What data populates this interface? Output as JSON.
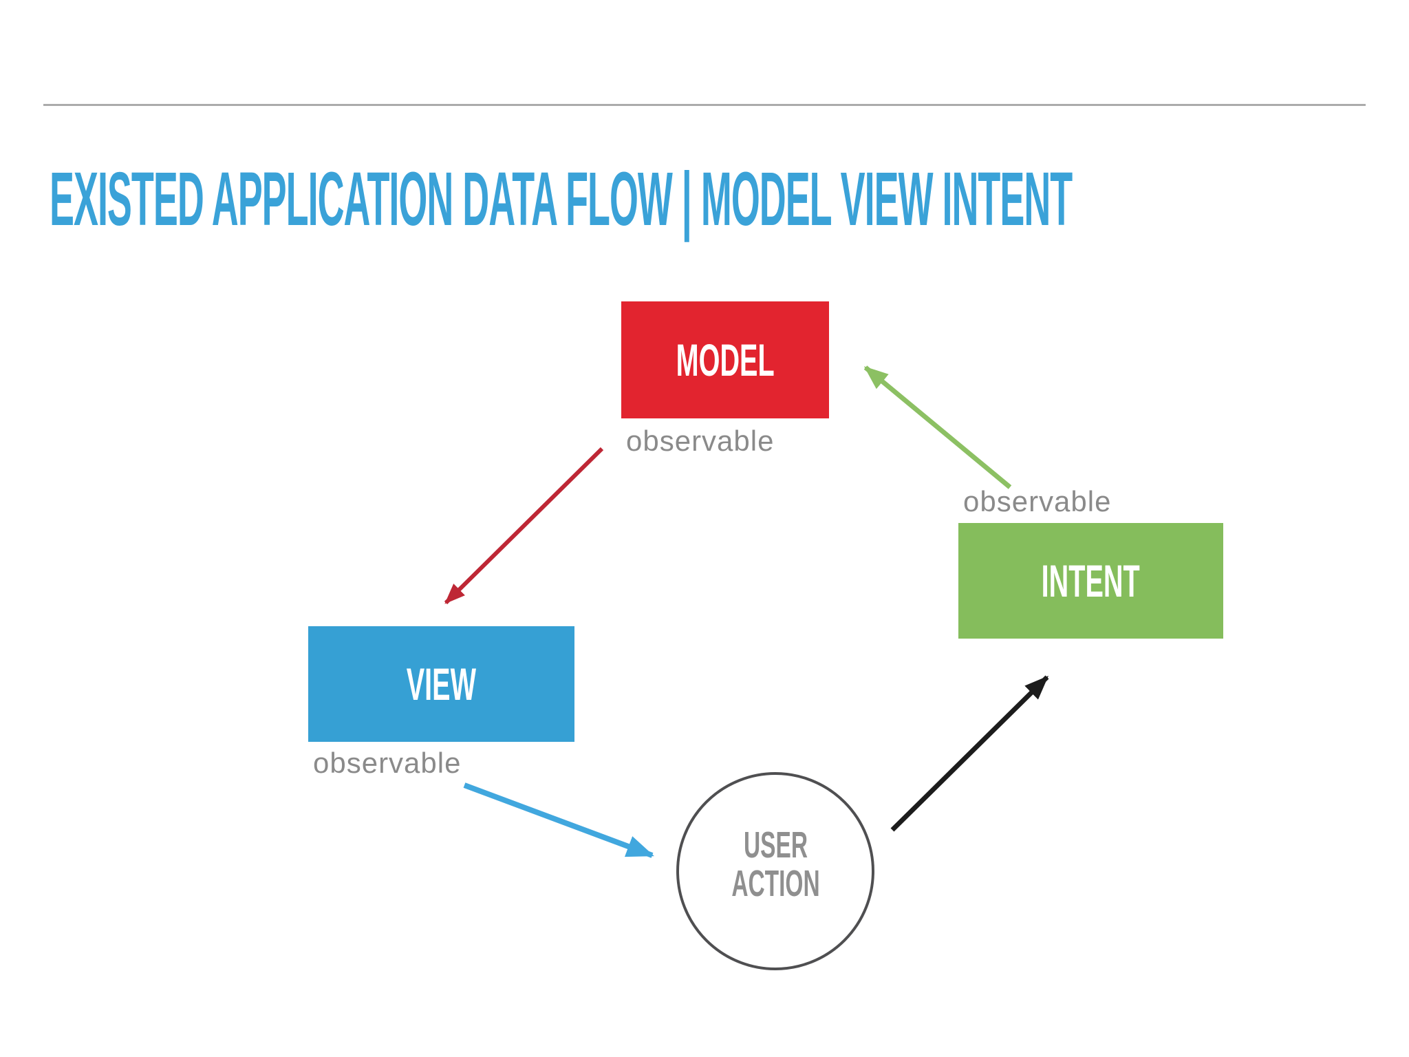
{
  "slide": {
    "title": "EXISTED APPLICATION DATA FLOW | MODEL VIEW INTENT"
  },
  "diagram": {
    "nodes": {
      "model": {
        "label": "MODEL",
        "type": "rect",
        "fill": "#E2242F",
        "text_color": "#FFFFFF"
      },
      "view": {
        "label": "VIEW",
        "type": "rect",
        "fill": "#36A0D4",
        "text_color": "#FFFFFF"
      },
      "intent": {
        "label": "INTENT",
        "type": "rect",
        "fill": "#85BD5C",
        "text_color": "#FFFFFF"
      },
      "user_action": {
        "label_line1": "USER",
        "label_line2": "ACTION",
        "type": "circle",
        "border_color": "#4F4F51",
        "text_color": "#8F8F8F"
      }
    },
    "annotations": {
      "model_observable": "observable",
      "view_observable": "observable",
      "intent_observable": "observable"
    },
    "edges": [
      {
        "name": "model-observable-to-view",
        "color": "#BE2735"
      },
      {
        "name": "view-observable-to-user-action",
        "color": "#41A7DE"
      },
      {
        "name": "user-action-to-intent",
        "color": "#1C1C1C"
      },
      {
        "name": "intent-observable-to-model",
        "color": "#8CC063"
      }
    ]
  },
  "colors": {
    "title": "#3AA2D8",
    "divider": "#ABABAB",
    "observable_text": "#8A8A8A"
  }
}
